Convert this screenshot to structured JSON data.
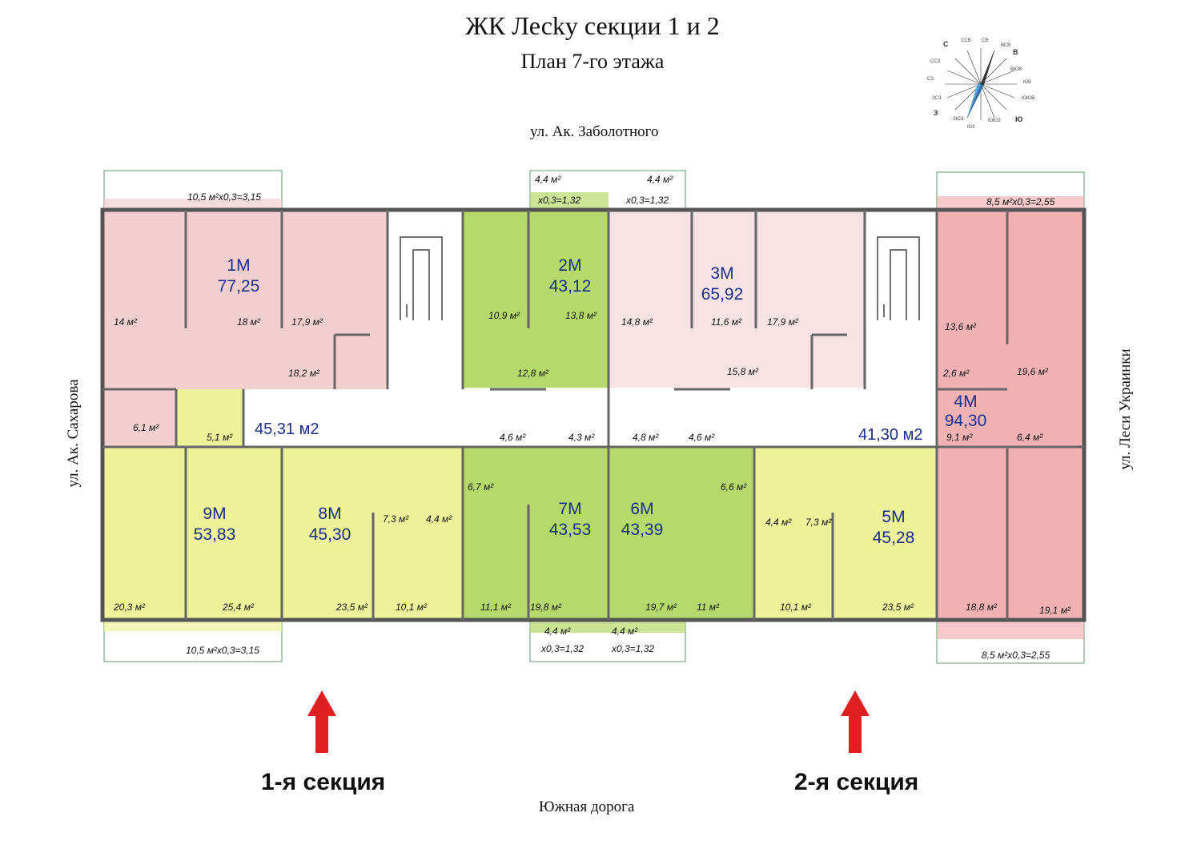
{
  "header": {
    "title": "ЖК Лесky  секции 1 и 2",
    "subtitle": "План 7-го этажа"
  },
  "streets": {
    "north": "ул. Ак. Заболотного",
    "south": "Южная дорога",
    "west": "ул. Ак. Сахарова",
    "east": "ул. Леси Украинки"
  },
  "sections": {
    "first": "1-я секция",
    "second": "2-я секция"
  },
  "compass": {
    "n": "С",
    "e": "В",
    "s": "Ю",
    "w": "З",
    "nne": "ССВ",
    "ne": "СВ",
    "ene": "ВСВ",
    "ese": "ВЮВ",
    "se": "ЮВ",
    "sse": "ЮЮВ",
    "ssw": "ЮЮЗ",
    "sw": "ЮЗ",
    "wsw": "ЗЮЗ",
    "wnw": "ЗСЗ",
    "nw": "СЗ",
    "nnw": "ССЗ"
  },
  "apartments": [
    {
      "no": "1М",
      "area": "77,25"
    },
    {
      "no": "2М",
      "area": "43,12"
    },
    {
      "no": "3М",
      "area": "65,92"
    },
    {
      "no": "4М",
      "area": "94,30"
    },
    {
      "no": "5М",
      "area": "45,28"
    },
    {
      "no": "6М",
      "area": "43,39"
    },
    {
      "no": "7М",
      "area": "43,53"
    },
    {
      "no": "8М",
      "area": "45,30"
    },
    {
      "no": "9М",
      "area": "53,83"
    }
  ],
  "halls": [
    "45,31 м2",
    "41,30 м2"
  ],
  "rooms": {
    "r1": "14 м²",
    "r2": "18 м²",
    "r3": "17,9 м²",
    "r4": "18,2 м²",
    "r5": "6,1 м²",
    "r6": "5,1 м²",
    "r7": "10,9 м²",
    "r8": "13,8 м²",
    "r9": "12,8 м²",
    "r10": "4,6 м²",
    "r11": "4,3 м²",
    "r12": "14,8 м²",
    "r13": "11,6 м²",
    "r14": "17,9 м²",
    "r15": "15,8 м²",
    "r16": "4,8 м²",
    "r17": "4,6 м²",
    "r18": "13,6 м²",
    "r19": "2,6 м²",
    "r20": "19,6 м²",
    "r21": "9,1 м²",
    "r22": "6,4 м²",
    "r23": "20,3 м²",
    "r24": "25,4 м²",
    "r25": "23,5 м²",
    "r26": "10,1 м²",
    "r27": "7,3 м²",
    "r28": "4,4 м²",
    "r29": "6,7 м²",
    "r30": "11,1 м²",
    "r31": "19,8 м²",
    "r32": "19,7 м²",
    "r33": "11 м²",
    "r34": "6,6 м²",
    "r35": "4,4 м²",
    "r36": "7,3 м²",
    "r37": "10,1 м²",
    "r38": "23,5 м²",
    "r39": "18,8 м²",
    "r40": "19,1 м²"
  },
  "balconies": {
    "b1": "10,5 м²х0,3=3,15",
    "b2": "4,4 м²",
    "b3": "х0,3=1,32",
    "b4": "4,4 м²",
    "b5": "х0,3=1,32",
    "b6": "8,5 м²х0,3=2,55",
    "b7": "10,5 м²х0,3=3,15",
    "b8": "4,4 м²",
    "b9": "х0,3=1,32",
    "b10": "4,4 м²",
    "b11": "х0,3=1,32",
    "b12": "8,5 м²х0,3=2,55"
  },
  "colors": {
    "pink": "#f4cfd0",
    "light_pink": "#f7e3e3",
    "green": "#b5d96a",
    "light_yellow": "#eef29a",
    "red_pink": "#f2b2b4",
    "wall": "#555555",
    "arrow": "#e02020"
  }
}
